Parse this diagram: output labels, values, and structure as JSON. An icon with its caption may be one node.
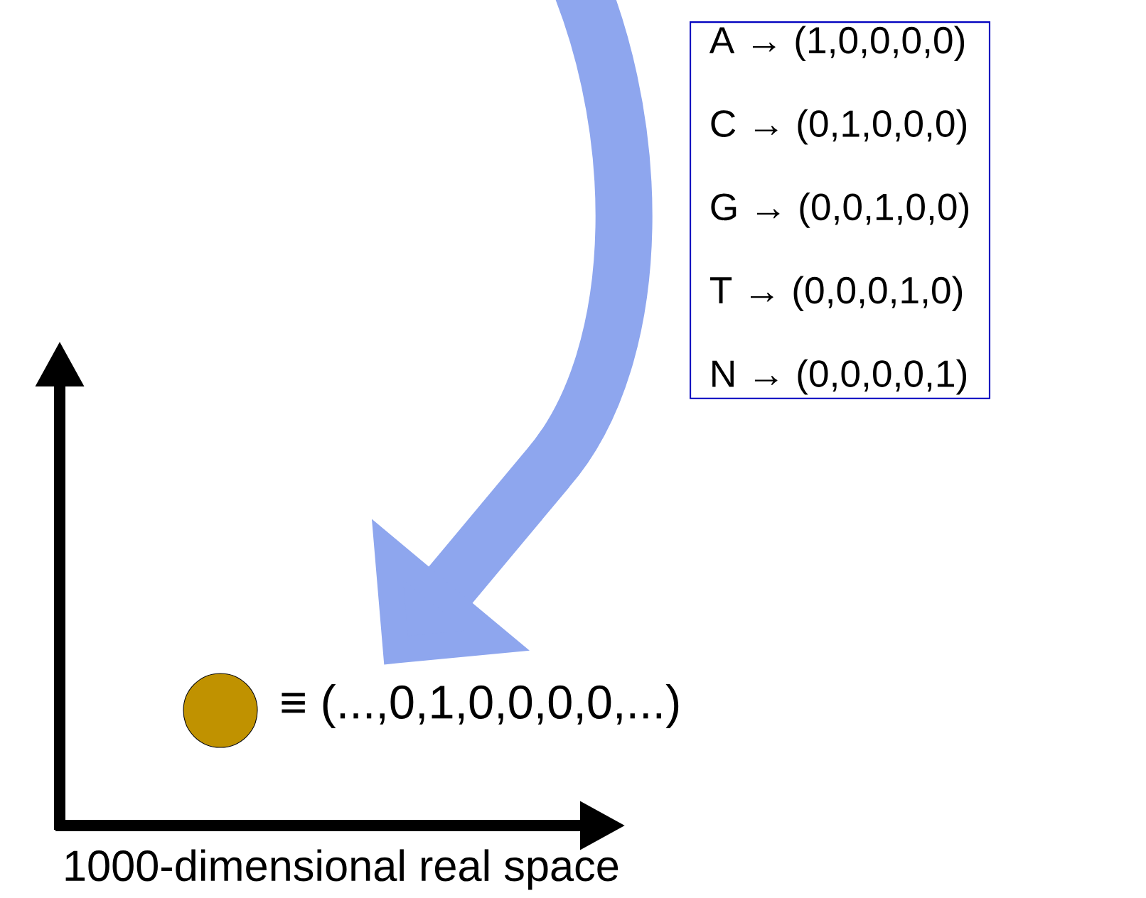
{
  "diagram": {
    "nodes": [
      {
        "text": [
          "A → (1,0,0,0,0)",
          "C → (0,1,0,0,0)",
          "G → (0,0,1,0,0)",
          "T → (0,0,0,1,0)",
          "N → (0,0,0,0,1)"
        ]
      },
      {
        "text": [],
        "shape": "circle"
      },
      {
        "text": [
          "≡ (...,0,1,0,0,0,0,...)"
        ]
      }
    ],
    "edges": [
      {
        "from": null,
        "to": 2,
        "arrow": "to",
        "color": "#8ea6ee"
      }
    ],
    "labels": [
      "1000-dimensional real space"
    ]
  }
}
